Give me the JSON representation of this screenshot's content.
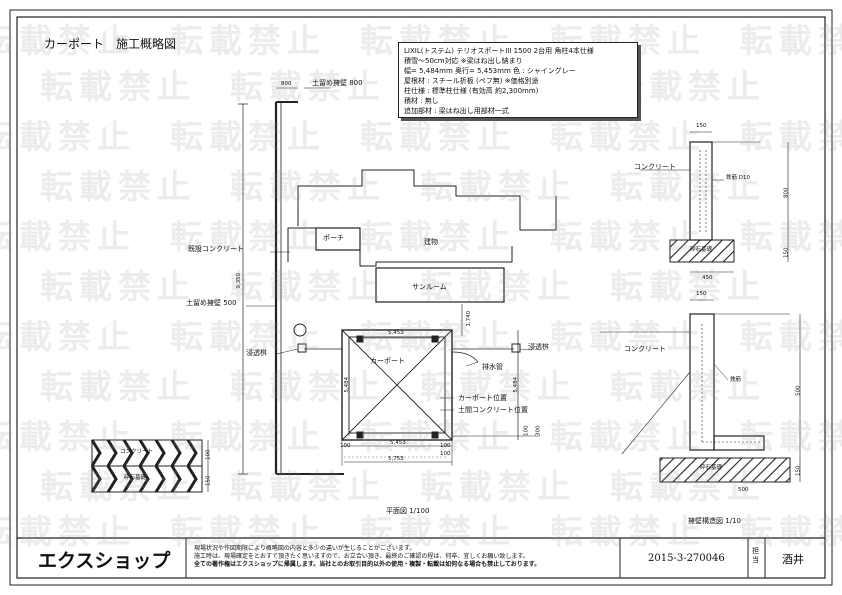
{
  "title": "カーポート　施工概略図",
  "spec": {
    "lines": [
      "LIXIL(トステム) テリオスポートIII 1500 2台用 角柱4本仕様",
      "積雪〜50cm対応 ※梁はね出し納まり",
      "幅= 5,484mm  奥行= 5,453mm  色 : シャイングレー",
      "屋根材 :  スチール折板 (ペフ無) ※価格別途",
      "柱仕様 :  標準柱仕様 (有効高 約2,300mm)",
      "積材 :  無し",
      "追加部材 :  梁はね出し用部材一式"
    ]
  },
  "plan": {
    "retaining_wall_800": "土留め擁壁  800",
    "retaining_wall_500": "土留め擁壁  500",
    "dim_800": "800",
    "dim_9350": "9,350",
    "existing_concrete": "既設コンクリート",
    "porch": "ポーチ",
    "building": "建物",
    "sunroom": "サンルーム",
    "dim_1740": "1,740",
    "dim_5453_top": "5,453",
    "dim_5484_left": "5,484",
    "dim_5484_right": "5,484",
    "carport": "カーポート",
    "drain_pipe": "排水管",
    "soak_left": "浸透桝",
    "soak_right": "浸透桝",
    "carport_position": "カーポート位置",
    "earth_concrete_position": "土間コンクリート位置",
    "dim_5453_bottom": "5,453",
    "dim_5753": "5,753",
    "dim_100a": "100",
    "dim_100b": "100",
    "dim_100c": "100",
    "dim_300": "300",
    "dim_100d": "100",
    "plan_label": "平面図  1/100"
  },
  "wall_detail_top": {
    "dim_150": "150",
    "concrete": "コンクリート",
    "rebar": "鉄筋  D10",
    "dim_800": "800",
    "base": "砕石基礎",
    "dim_150v": "150",
    "dim_450": "450"
  },
  "wall_detail_bottom": {
    "dim_150": "150",
    "concrete": "コンクリート",
    "rebar": "鉄筋",
    "dim_500": "500",
    "dim_150v": "150",
    "base": "砕石基礎",
    "dim_500b": "500",
    "label": "擁壁構造図    1/10"
  },
  "slab_detail": {
    "concrete": "コンクリート",
    "base": "砕石基礎",
    "dim_100": "100",
    "dim_150": "150"
  },
  "watermark": "転載禁止",
  "footer": {
    "logo": "エクスショップ",
    "notes": [
      "現場状況や作図期限により概略図の内容と多少の違いが生じることがございます。",
      "施工時は、現場確定をとおすで頂きたく思いますので、お立合い頂き、最終のご確認の程は、何卒、宜しくお願い致します。",
      "全ての著作権はエクスショップに帰属します。当社とのお取引目的以外の使用・複製・転載は如何なる場合も禁止しております。"
    ],
    "code": "2015-3-270046",
    "tanto": "担当",
    "person": "酒井"
  }
}
